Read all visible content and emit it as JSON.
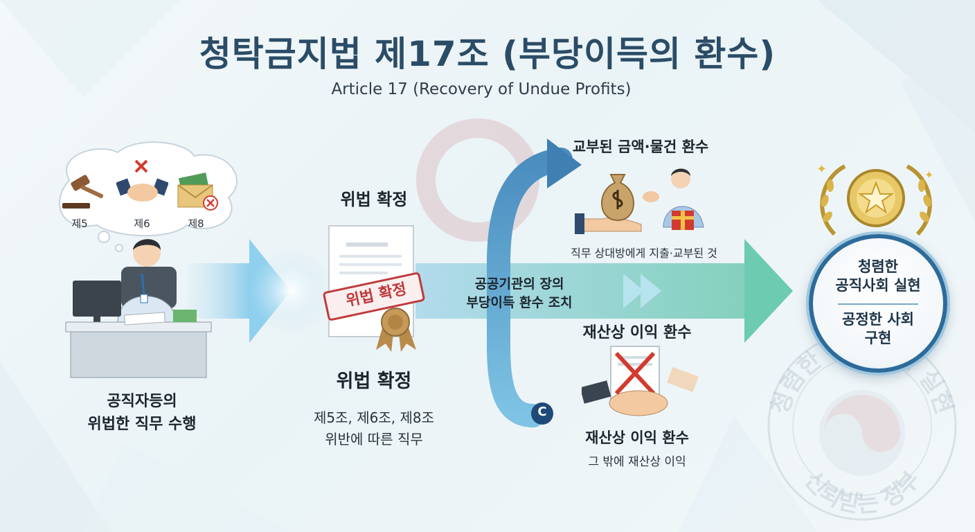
{
  "title": "청탁금지법 제17조 (부당이득의 환수)",
  "subtitle": "Article 17 (Recovery of Undue Profits)",
  "thought_bubble": {
    "items": [
      {
        "label": "제5",
        "icon": "gavel-icon"
      },
      {
        "label": "제6",
        "icon": "handshake-icon"
      },
      {
        "label": "제8",
        "icon": "money-envelope-icon"
      }
    ]
  },
  "step1": {
    "label_line1": "공직자등의",
    "label_line2": "위법한 직무 수행"
  },
  "step2": {
    "top_label": "위법 확정",
    "stamp_text": "위법 확정",
    "bottom_label": "위법 확정",
    "desc_line1": "제5조, 제6조, 제8조",
    "desc_line2": "위반에 따른 직무"
  },
  "center_action": {
    "line1": "공공기관의 장의",
    "line2": "부당이득 환수 조치"
  },
  "branch_top": {
    "title": "교부된 금액·물건 환수",
    "desc": "직무 상대방에게 지출·교부된 것"
  },
  "branch_bottom": {
    "title": "재산상 이익 환수",
    "label": "재산상 이익 환수",
    "desc": "그 밖에 재산상 이익"
  },
  "curve_marker": "C",
  "result": {
    "line1": "청렴한",
    "line2": "공직사회 실현",
    "line3": "공정한 사회",
    "line4": "구현"
  },
  "watermark": {
    "top": "청렴한 공직사회 실현",
    "bottom": "신뢰받는 정부"
  },
  "colors": {
    "title": "#2b4c66",
    "arrow_blue": "#5aaedc",
    "arrow_teal": "#5fc4a8",
    "badge_ring": "#2d6b9a",
    "stamp_red": "#c0393b"
  }
}
